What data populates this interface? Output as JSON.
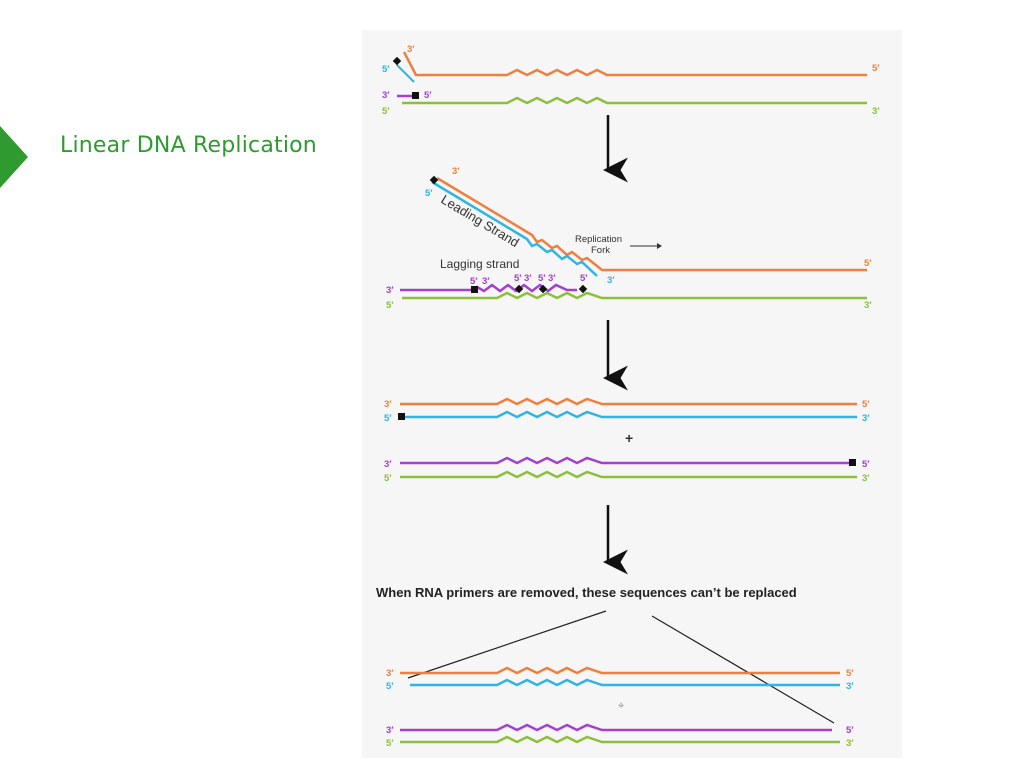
{
  "slide": {
    "title": "Linear DNA Replication",
    "title_color": "#2f9a2f",
    "bullet_icon": "triangle-arrow-icon"
  },
  "colors": {
    "orange_strand": "#f07e3c",
    "orange_zig": "#f6b13b",
    "green_strand": "#8cbf3a",
    "green_zig": "#d9ec4a",
    "blue_strand": "#2fb4e6",
    "purple_strand": "#a33fd1",
    "primer": "#111111"
  },
  "stage1": {
    "top_left_3": "3′",
    "top_left_5": "5′",
    "top_right": "5′",
    "bot_left_3": "3′",
    "bot_primer_5": "5′",
    "bot_left_5": "5′",
    "bot_right": "3′"
  },
  "stage2": {
    "leading_3": "3′",
    "leading_5": "5′",
    "leading_strand": "Leading Strand",
    "replication": "Replication",
    "fork": "Fork",
    "lagging_strand": "Lagging strand",
    "fork_3": "3′",
    "top_right": "5′",
    "frag_labels": [
      "5′",
      "3′",
      "5′",
      "3′",
      "5′",
      "3′",
      "5′"
    ],
    "lag_left_3": "3′",
    "lag_left_5": "5′",
    "bot_right": "3′"
  },
  "stage3": {
    "a_left_3": "3′",
    "a_left_5": "5′",
    "a_right_5": "5′",
    "a_right_3": "3′",
    "plus": "+",
    "b_left_3": "3′",
    "b_left_5": "5′",
    "b_right_5": "5′",
    "b_right_3": "3′"
  },
  "stage4": {
    "caption": "When RNA primers are removed, these sequences can’t be replaced",
    "a_left_3": "3′",
    "a_left_5": "5′",
    "a_right_5": "5′",
    "a_right_3": "3′",
    "b_left_3": "3′",
    "b_left_5": "5′",
    "b_right_5": "5′",
    "b_right_3": "3′",
    "center_mark": "⌖"
  }
}
